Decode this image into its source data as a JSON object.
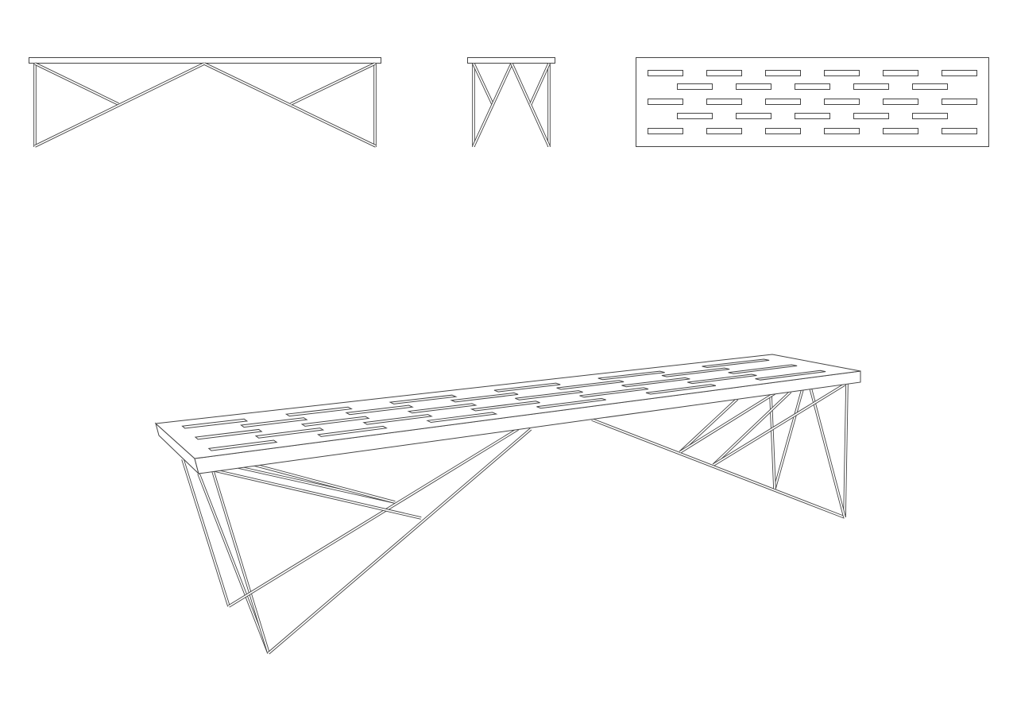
{
  "drawing": {
    "views": [
      "front-elevation",
      "side-elevation",
      "top-plan",
      "perspective"
    ],
    "line_color": "#444444",
    "background": "#ffffff",
    "slot_rows": [
      6,
      5,
      6,
      5,
      6
    ]
  }
}
